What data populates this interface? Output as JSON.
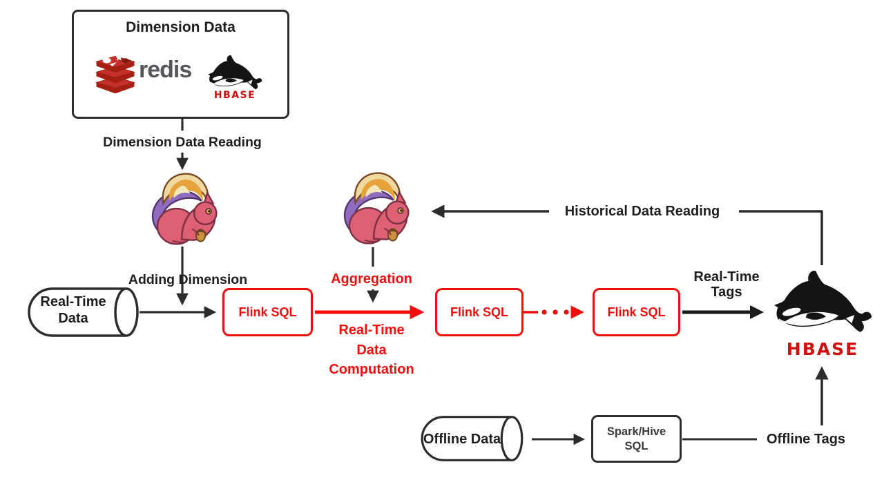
{
  "diagram": {
    "dimension_box": {
      "title": "Dimension Data",
      "redis_wordmark": "redis",
      "hbase_wordmark": "HBASE"
    },
    "sources": {
      "real_time_data_line1": "Real-Time",
      "real_time_data_line2": "Data",
      "offline_data": "Offline Data"
    },
    "processors": {
      "flink_sql_1": "Flink SQL",
      "flink_sql_2": "Flink SQL",
      "flink_sql_3": "Flink SQL",
      "spark_hive_line1": "Spark/Hive",
      "spark_hive_line2": "SQL"
    },
    "sink": {
      "hbase_wordmark": "HBASE"
    },
    "flow_labels": {
      "dimension_data_reading": "Dimension Data Reading",
      "adding_dimension": "Adding Dimension",
      "aggregation": "Aggregation",
      "rtdc_line1": "Real-Time",
      "rtdc_line2": "Data",
      "rtdc_line3": "Computation",
      "historical_data_reading": "Historical Data Reading",
      "real_time_tags_line1": "Real-Time",
      "real_time_tags_line2": "Tags",
      "offline_tags": "Offline Tags"
    },
    "icons": {
      "flink_squirrel": "flink-squirrel-logo",
      "redis_mark": "redis-cube-logo",
      "hbase_orca": "hbase-orca-logo"
    },
    "colors": {
      "flow_red": "#f20d0d",
      "ink": "#2c2c2c",
      "hbase_red": "#cf1110",
      "redis_red": "#c6302b",
      "redis_dark": "#a41e11",
      "flink_pink": "#dd6075",
      "flink_purple": "#8f6cc0",
      "flink_cream": "#efd9a0",
      "flink_orange": "#e6a33c"
    }
  }
}
